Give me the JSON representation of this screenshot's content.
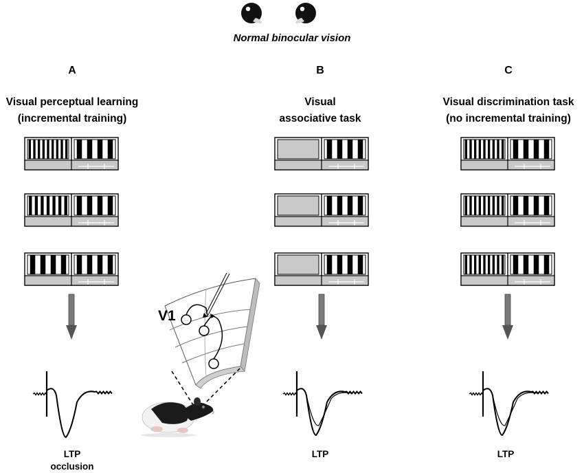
{
  "header": {
    "subtitle": "Normal binocular vision",
    "eye_icons": [
      "eye-icon",
      "eye-icon"
    ]
  },
  "columns": [
    {
      "id": "A",
      "letter": "A",
      "title_line1": "Visual perceptual learning",
      "title_line2": "(incremental training)",
      "stimulus_left": [
        "fine-grating",
        "medium-grating",
        "coarse-grating"
      ],
      "outcome_line1": "LTP",
      "outcome_line2": "occlusion"
    },
    {
      "id": "B",
      "letter": "B",
      "title_line1": "Visual",
      "title_line2": "associative task",
      "stimulus_left": [
        "gray-blank",
        "gray-blank",
        "gray-blank"
      ],
      "outcome_line1": "LTP",
      "outcome_line2": ""
    },
    {
      "id": "C",
      "letter": "C",
      "title_line1": "Visual discrimination task",
      "title_line2": "(no incremental training)",
      "stimulus_left": [
        "fine-grating",
        "fine-grating",
        "fine-grating"
      ],
      "outcome_line1": "LTP",
      "outcome_line2": ""
    }
  ],
  "inset": {
    "label": "V1",
    "animal": "rat"
  },
  "colors": {
    "gray_fill": "#c9c9c9",
    "arrow_gray": "#7a7a7a",
    "stripe": "#000000"
  }
}
